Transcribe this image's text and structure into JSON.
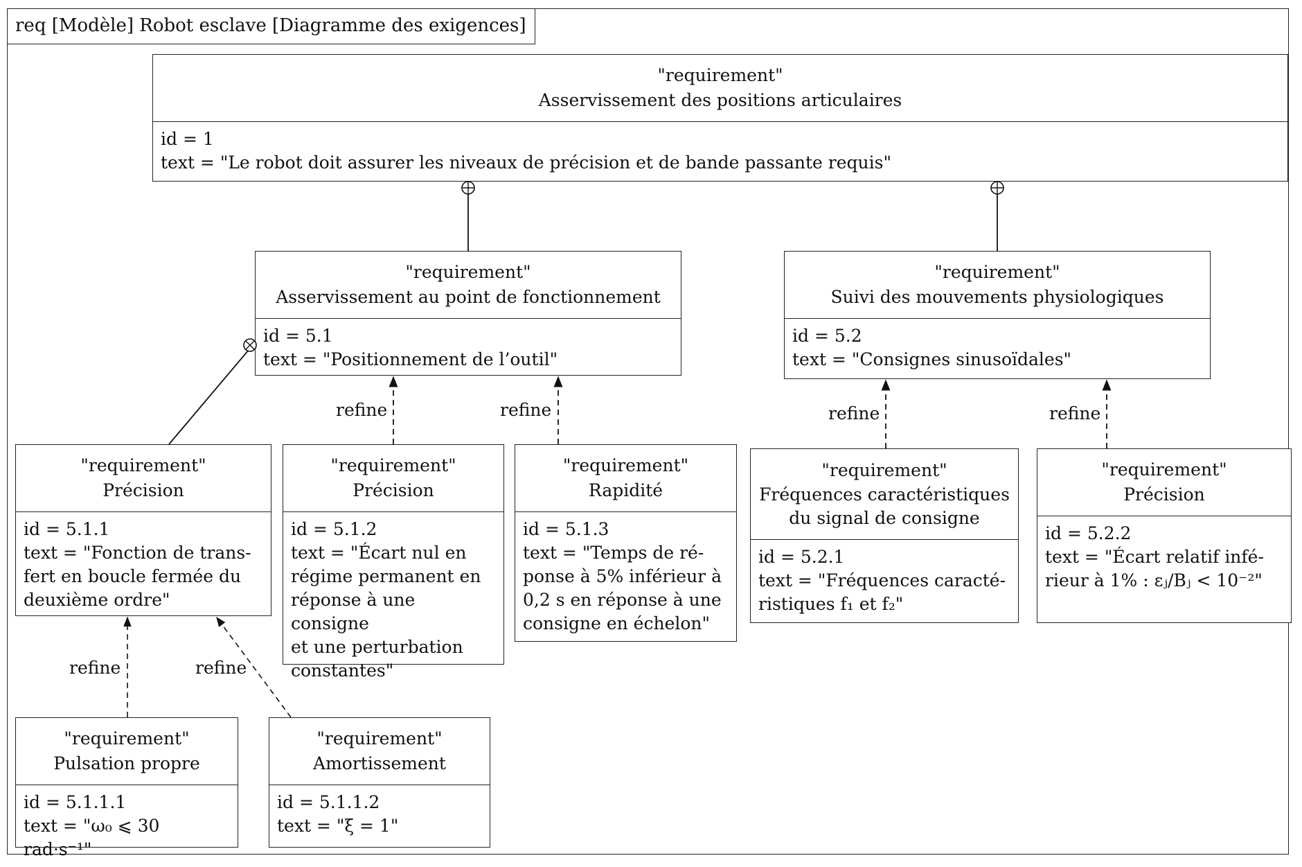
{
  "frame": {
    "title": "req [Modèle] Robot esclave [Diagramme des exigences]"
  },
  "stereotype": "\"requirement\"",
  "relation_label": "refine",
  "requirements": {
    "r1": {
      "name": "Asservissement des positions articulaires",
      "id": "id = 1",
      "text": "text = \"Le robot doit assurer les niveaux de précision et de bande passante requis\""
    },
    "r51": {
      "name": "Asservissement au point de fonctionnement",
      "id": "id = 5.1",
      "text": "text = \"Positionnement de l’outil\""
    },
    "r52": {
      "name": "Suivi des mouvements physiologiques",
      "id": "id = 5.2",
      "text": "text = \"Consignes sinusoïdales\""
    },
    "r511": {
      "name": "Précision",
      "id": "id = 5.1.1",
      "text": "text = \"Fonction de trans-\nfert en boucle fermée du\ndeuxième ordre\""
    },
    "r512": {
      "name": "Précision",
      "id": "id = 5.1.2",
      "text": "text = \"Écart nul en\nrégime permanent en\nréponse à une consigne\net une perturbation\nconstantes\""
    },
    "r513": {
      "name": "Rapidité",
      "id": "id = 5.1.3",
      "text": "text = \"Temps de ré-\nponse à 5% inférieur à\n0,2 s en réponse à une\nconsigne en échelon\""
    },
    "r521": {
      "name": "Fréquences caractéristiques\ndu signal de consigne",
      "id": "id = 5.2.1",
      "text": "text = \"Fréquences caracté-\nristiques f₁ et f₂\""
    },
    "r522": {
      "name": "Précision",
      "id": "id = 5.2.2",
      "text": "text = \"Écart relatif infé-\nrieur à 1% : εⱼ/Bⱼ < 10⁻²\""
    },
    "r5111": {
      "name": "Pulsation propre",
      "id": "id = 5.1.1.1",
      "text": "text = \"ω₀ ⩽ 30 rad·s⁻¹\""
    },
    "r5112": {
      "name": "Amortissement",
      "id": "id = 5.1.1.2",
      "text": "text = \"ξ = 1\""
    }
  }
}
